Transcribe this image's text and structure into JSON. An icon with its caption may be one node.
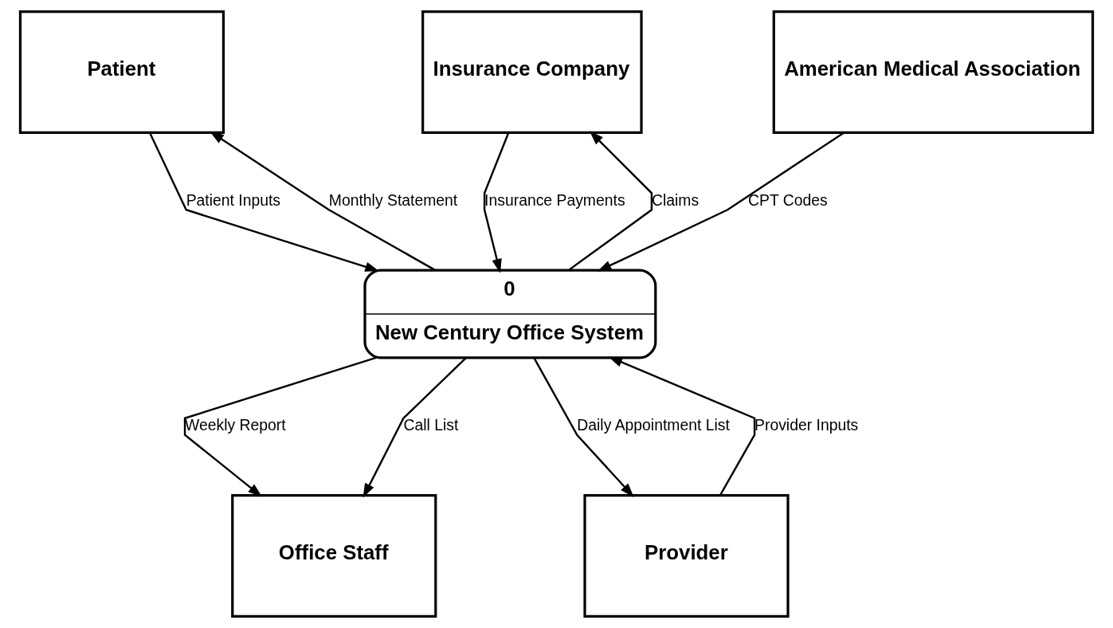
{
  "diagram": {
    "nodes": [
      {
        "text": [
          "Patient"
        ]
      },
      {
        "text": [
          "Insurance Company"
        ]
      },
      {
        "text": [
          "American Medical Association"
        ]
      },
      {
        "text": [
          "0",
          "New Century Office System"
        ]
      },
      {
        "text": [
          "Office Staff"
        ]
      },
      {
        "text": [
          "Provider"
        ]
      }
    ],
    "edges": [
      {
        "from": 3,
        "to": 0,
        "arrow": "to",
        "label": "Monthly Statement"
      },
      {
        "from": 0,
        "to": 3,
        "arrow": "to",
        "label": "Patient Inputs"
      },
      {
        "from": 3,
        "to": 1,
        "arrow": "to",
        "label": "Claims"
      },
      {
        "from": 1,
        "to": 3,
        "arrow": "to",
        "label": "Insurance Payments"
      },
      {
        "from": 2,
        "to": 3,
        "arrow": "to",
        "label": "CPT Codes"
      },
      {
        "from": 3,
        "to": 4,
        "arrow": "to",
        "label": "Weekly Report"
      },
      {
        "from": 3,
        "to": 4,
        "arrow": "to",
        "label": "Call List"
      },
      {
        "from": 3,
        "to": 5,
        "arrow": "to",
        "label": "Daily Appointment List"
      },
      {
        "from": 5,
        "to": 3,
        "arrow": "to",
        "label": "Provider Inputs"
      }
    ]
  }
}
